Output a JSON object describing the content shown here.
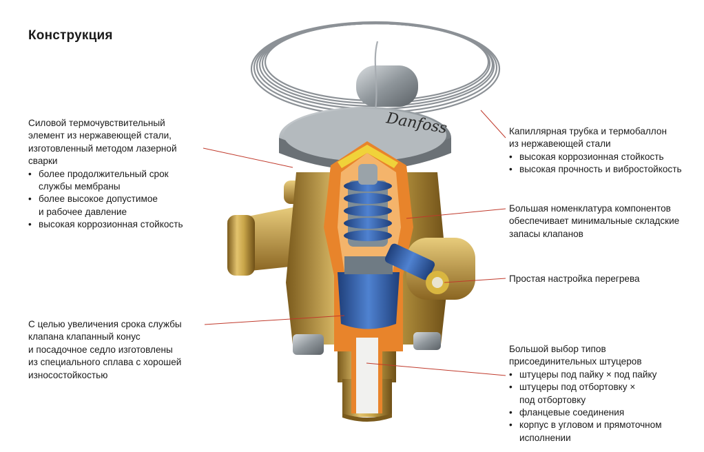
{
  "title": "Конструкция",
  "colors": {
    "leader_line": "#c0392b",
    "brass": "#c9a64a",
    "cutaway_orange": "#e8842b",
    "spring_blue": "#2f5fae",
    "steel": "#9aa0a6"
  },
  "callouts": {
    "element": {
      "text": "Силовой термочувствительный\nэлемент из нержавеющей стали,\nизготовленный методом лазерной\nсварки",
      "bullets": [
        "более продолжительный срок\nслужбы мембраны",
        "более высокое допустимое\nи рабочее давление",
        "высокая коррозионная стойкость"
      ]
    },
    "capillary": {
      "text": "Капиллярная трубка и термобаллон\nиз нержавеющей стали",
      "bullets": [
        "высокая коррозионная стойкость",
        "высокая прочность и вибростойкость"
      ]
    },
    "components": {
      "text": "Большая номенклатура компонентов\nобеспечивает минимальные складские\nзапасы клапанов"
    },
    "superheat": {
      "text": "Простая настройка перегрева"
    },
    "cone": {
      "text": "С целью увеличения срока службы\nклапана клапанный конус\nи посадочное седло изготовлены\nиз специального сплава с хорошей\nизносостойкостью"
    },
    "fittings": {
      "text": "Большой выбор типов\nприсоединительных штуцеров",
      "bullets": [
        "штуцеры под пайку × под пайку",
        "штуцеры под отбортовку ×\nпод отбортовку",
        "фланцевые соединения",
        "корпус в угловом и прямоточном\nисполнении"
      ]
    }
  },
  "illustration": {
    "brand_marking": "Danfoss"
  }
}
